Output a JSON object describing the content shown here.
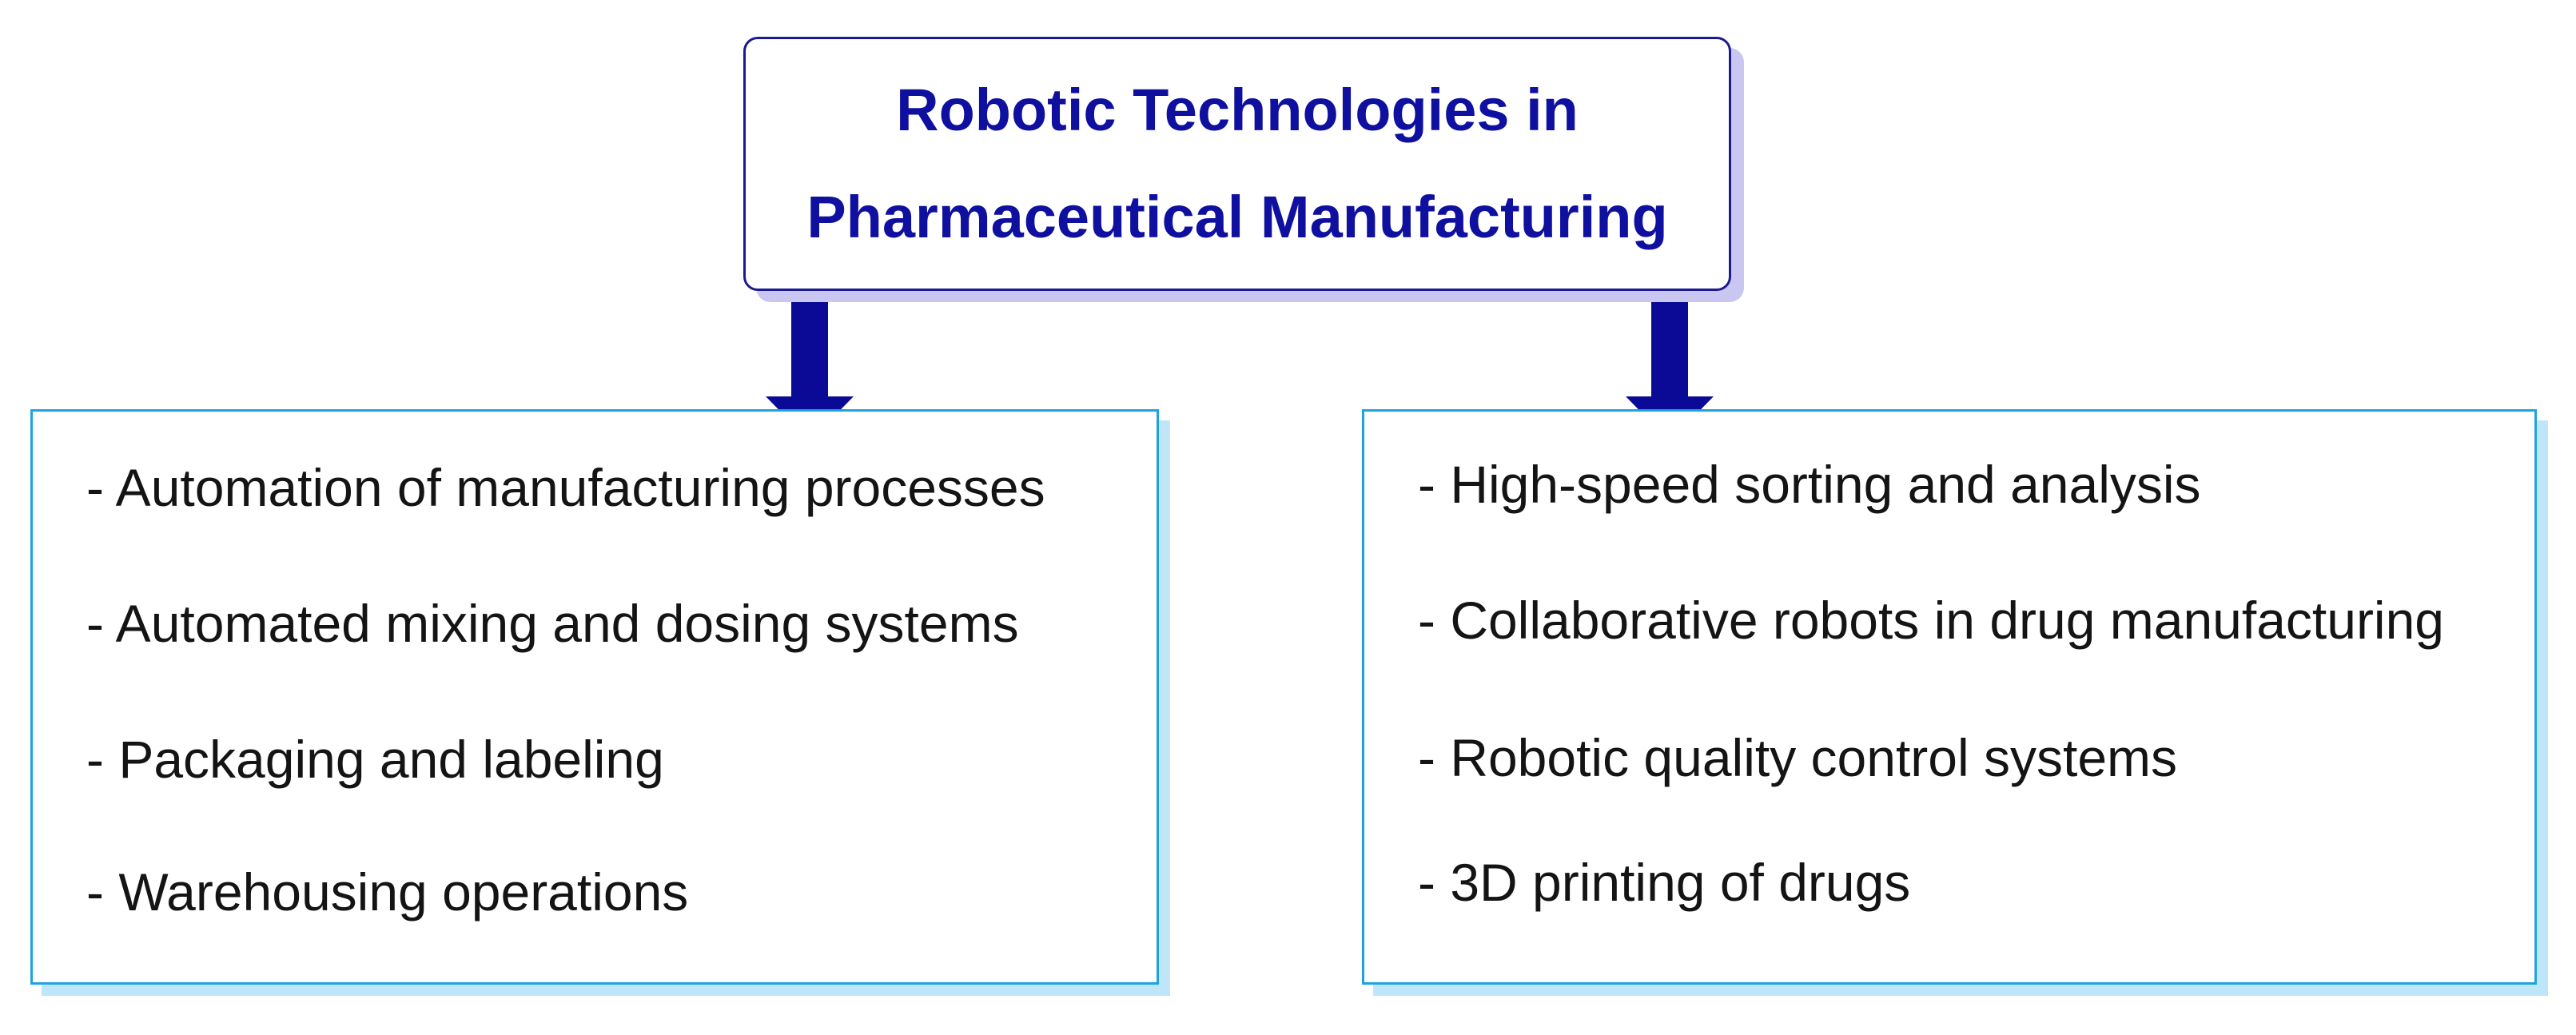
{
  "title": {
    "line1": "Robotic Technologies in",
    "line2": "Pharmaceutical Manufacturing"
  },
  "left_box": {
    "items": [
      "- Automation of manufacturing processes",
      "- Automated mixing and dosing systems",
      "- Packaging and labeling",
      "- Warehousing operations"
    ]
  },
  "right_box": {
    "items": [
      "- High-speed sorting and analysis",
      "- Collaborative robots in drug manufacturing",
      "- Robotic quality control systems",
      "- 3D printing of drugs"
    ]
  },
  "colors": {
    "title_text": "#0f0fa0",
    "title_border": "#1b1b8f",
    "title_shadow": "#c9c6f2",
    "arrow": "#0a0a96",
    "box_border": "#1fa3e0",
    "box_shadow": "#bfe6f8"
  }
}
